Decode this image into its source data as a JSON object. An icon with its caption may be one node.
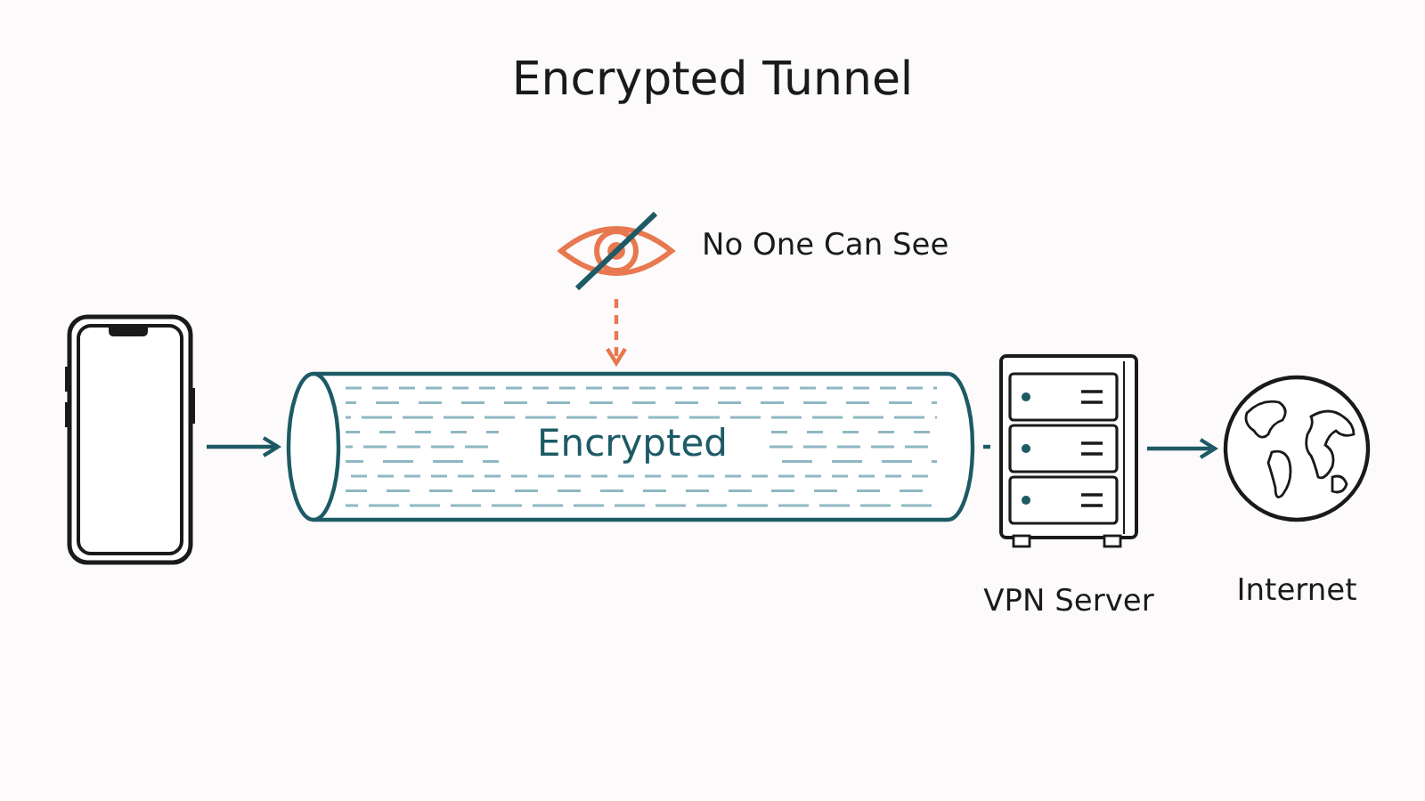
{
  "diagram": {
    "title": "Encrypted Tunnel",
    "nodes": [
      {
        "text": [],
        "shape": "phone"
      },
      {
        "text": [
          "Encrypted"
        ]
      },
      {
        "text": [],
        "shape": "eye",
        "beside": [
          "No One Can See"
        ]
      },
      {
        "text": [
          "VPN Server"
        ]
      },
      {
        "text": [
          "Internet"
        ]
      }
    ],
    "edges": [
      {
        "from": 0,
        "to": 1,
        "arrow": "to"
      },
      {
        "from": 2,
        "to": 1,
        "arrow": "to",
        "style": "dashed",
        "color": "#e8784f"
      },
      {
        "from": 1,
        "to": 3,
        "arrow": "none"
      },
      {
        "from": 3,
        "to": 4,
        "arrow": "to"
      }
    ]
  }
}
